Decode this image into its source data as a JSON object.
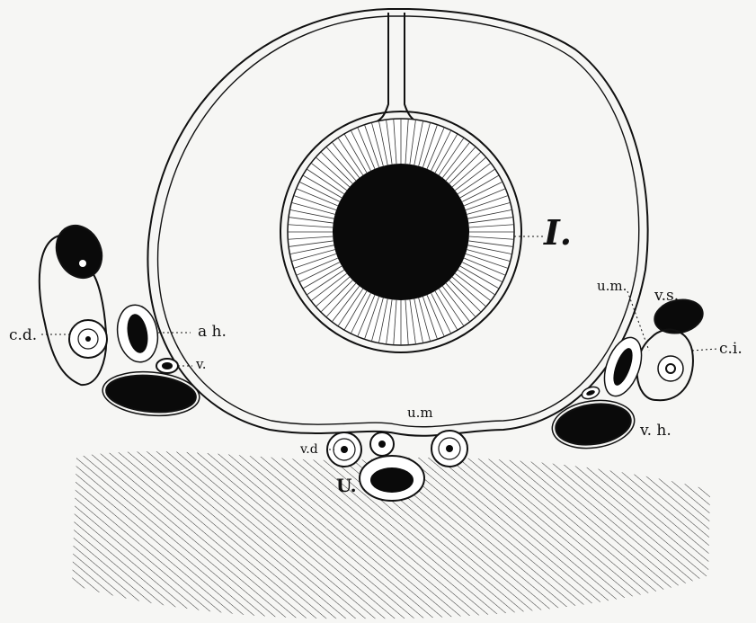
{
  "labels": {
    "i": "I.",
    "um_right": "u.m.",
    "vs": "v.s.",
    "ci": "c.i.",
    "vh": "v. h.",
    "um_bottom": "u.m",
    "vd": "v.d",
    "U": "U.",
    "cd": "c.d.",
    "ah": "a h.",
    "v": "v."
  },
  "colors": {
    "background": "#f6f6f4",
    "ink": "#111111",
    "organ_fill": "#0a0a0a"
  }
}
